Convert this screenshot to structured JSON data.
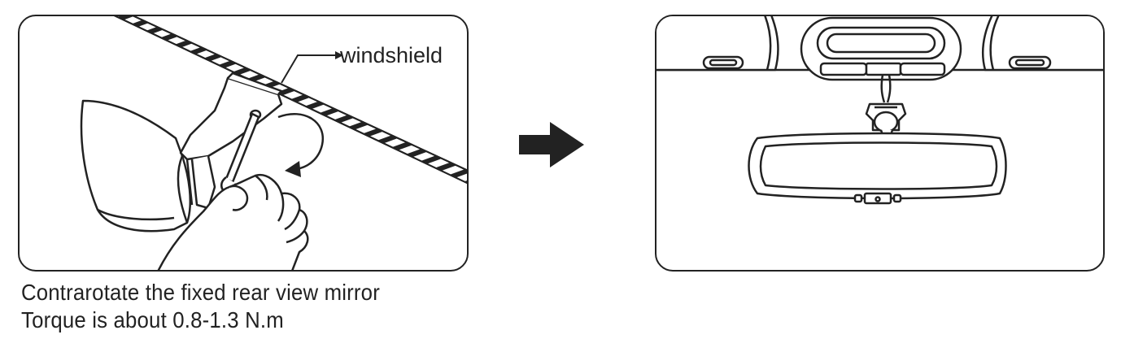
{
  "left_panel": {
    "callout_label": "windshield"
  },
  "right_panel": {},
  "caption": {
    "line1": "Contrarotate the fixed rear view mirror",
    "line2": "Torque is about 0.8-1.3 N.m"
  },
  "colors": {
    "line": "#222222",
    "background": "#ffffff"
  },
  "icons": {
    "step_arrow": "right-arrow-icon",
    "rotation": "counterclockwise-arrow-icon"
  }
}
